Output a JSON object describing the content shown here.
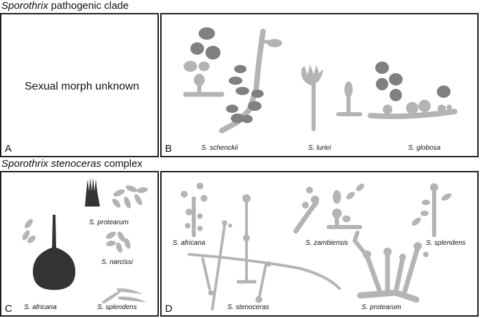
{
  "headings": {
    "top": {
      "genus": "Sporothrix",
      "rest": " pathogenic clade"
    },
    "bottom": {
      "genus": "Sporothrix stenoceras",
      "rest": " complex"
    }
  },
  "panels": {
    "a": {
      "letter": "A",
      "text": "Sexual morph unknown"
    },
    "b": {
      "letter": "B",
      "captions": [
        "S. schenckii",
        "S. luriei",
        "S. globosa"
      ]
    },
    "c": {
      "letter": "C",
      "captions": [
        "S. protearum",
        "S. narcissi",
        "S. africana",
        "S. splendens"
      ]
    },
    "d": {
      "letter": "D",
      "captions": [
        "S. africana",
        "S. zambiensis",
        "S. splendens",
        "S. stenoceras",
        "S. protearum"
      ]
    }
  },
  "colors": {
    "light_gray": "#b4b4b4",
    "dark_gray": "#808080",
    "black": "#333333",
    "border": "#1a1a1a"
  }
}
